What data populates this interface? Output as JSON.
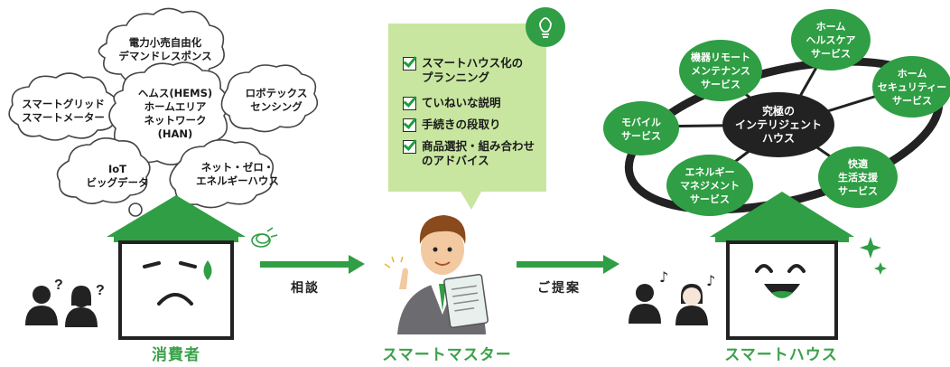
{
  "consumer": {
    "caption": "消費者",
    "clouds": [
      {
        "line1": "電力小売自由化",
        "line2": "デマンドレスポンス"
      },
      {
        "line1": "スマートグリッド",
        "line2": "スマートメーター"
      },
      {
        "line1": "ヘムス(HEMS)",
        "line2": "ホームエリア",
        "line3": "ネットワーク",
        "line4": "(HAN)"
      },
      {
        "line1": "ロボテックス",
        "line2": "センシング"
      },
      {
        "line1": "IoT",
        "line2": "ビッグデータ"
      },
      {
        "line1": "ネット・ゼロ・",
        "line2": "エネルギーハウス"
      }
    ]
  },
  "consult_label": "相談",
  "master": {
    "caption": "スマートマスター",
    "checklist": [
      {
        "line1": "スマートハウス化の",
        "line2": "プランニング"
      },
      {
        "line1": "ていねいな説明"
      },
      {
        "line1": "手続きの段取り"
      },
      {
        "line1": "商品選択・組み合わせ",
        "line2": "のアドバイス"
      }
    ]
  },
  "propose_label": "ご提案",
  "smarthouse": {
    "caption": "スマートハウス",
    "center": {
      "line1": "究極の",
      "line2": "インテリジェント",
      "line3": "ハウス"
    },
    "services": [
      {
        "line1": "機器リモート",
        "line2": "メンテナンス",
        "line3": "サービス"
      },
      {
        "line1": "ホーム",
        "line2": "ヘルスケア",
        "line3": "サービス"
      },
      {
        "line1": "ホーム",
        "line2": "セキュリティー",
        "line3": "サービス"
      },
      {
        "line1": "モバイル",
        "line2": "サービス"
      },
      {
        "line1": "エネルギー",
        "line2": "マネジメント",
        "line3": "サービス"
      },
      {
        "line1": "快適",
        "line2": "生活支援",
        "line3": "サービス"
      }
    ]
  },
  "colors": {
    "green": "#2f9e44",
    "dark": "#222222",
    "light_green": "#c8e6a0"
  }
}
